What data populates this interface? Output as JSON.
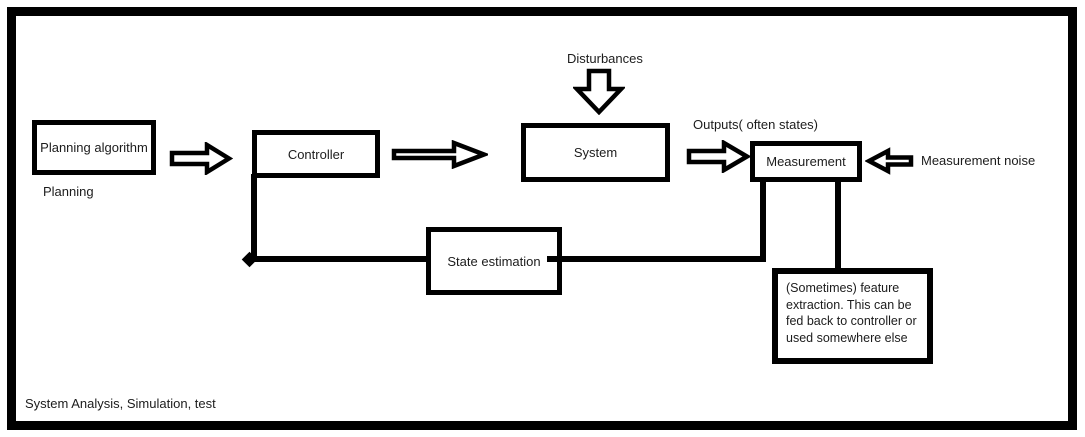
{
  "title": "Control system block diagram",
  "colors": {
    "ink": "#000000",
    "text": "#1c1c1c",
    "background": "#ffffff"
  },
  "nodes": {
    "planning_algorithm": {
      "label": "Planning algorithm"
    },
    "controller": {
      "label": "Controller"
    },
    "system": {
      "label": "System"
    },
    "measurement": {
      "label": "Measurement"
    },
    "state_estimation": {
      "label": "State estimation"
    },
    "feature_extraction": {
      "label": "(Sometimes) feature extraction. This can be fed back to controller or used somewhere else"
    }
  },
  "annotations": {
    "planning": "Planning",
    "disturbances": "Disturbances",
    "outputs": "Outputs( often states)",
    "measurement_noise": "Measurement noise",
    "footer": "System Analysis, Simulation, test"
  },
  "icons": {
    "flow_arrow": "block-arrow-right",
    "disturbance_arrow": "block-arrow-down",
    "noise_arrow": "block-arrow-left"
  },
  "edges": [
    {
      "from": "planning_algorithm",
      "to": "controller",
      "style": "block-arrow-right"
    },
    {
      "from": "controller",
      "to": "system",
      "style": "block-arrow-right"
    },
    {
      "from": "disturbances",
      "to": "system",
      "style": "block-arrow-down"
    },
    {
      "from": "system",
      "to": "measurement",
      "style": "block-arrow-right",
      "label": "Outputs( often states)"
    },
    {
      "from": "measurement_noise",
      "to": "measurement",
      "style": "block-arrow-left"
    },
    {
      "from": "measurement",
      "to": "controller",
      "via": "state_estimation",
      "style": "line"
    },
    {
      "from": "measurement",
      "to": "feature_extraction",
      "style": "line"
    }
  ]
}
